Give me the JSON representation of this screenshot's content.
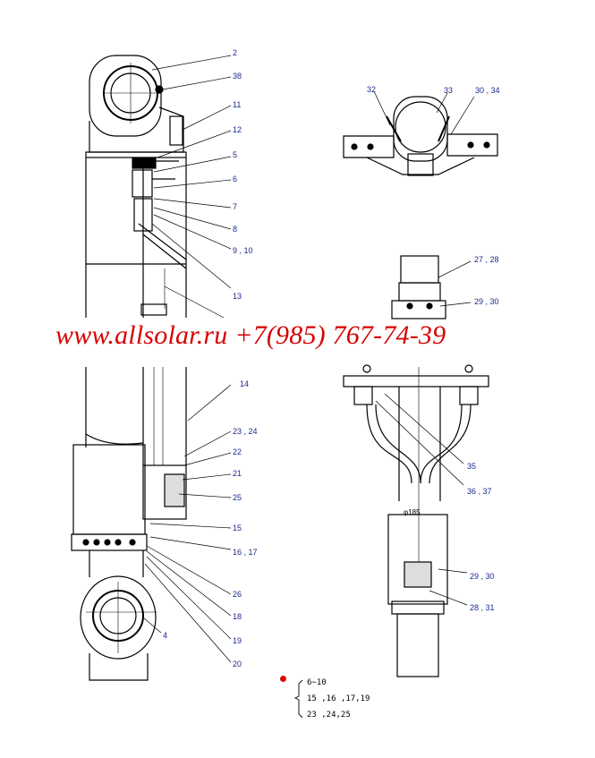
{
  "watermark": "www.allsolar.ru +7(985) 767-74-39",
  "labels": {
    "l2": "2",
    "l38": "38",
    "l11": "11",
    "l12": "12",
    "l5": "5",
    "l6": "6",
    "l7": "7",
    "l8": "8",
    "l9_10": "9 , 10",
    "l13": "13",
    "l14": "14",
    "l23_24": "23 , 24",
    "l22": "22",
    "l21": "21",
    "l25": "25",
    "l15": "15",
    "l16_17": "16 , 17",
    "l26": "26",
    "l18": "18",
    "l4": "4",
    "l19": "19",
    "l20": "20",
    "l32": "32",
    "l33": "33",
    "l30_34": "30 , 34",
    "l27_28": "27 , 28",
    "l29_30a": "29 , 30",
    "l35": "35",
    "l36_37": "36 , 37",
    "l29_30b": "29 , 30",
    "l28_31": "28 , 31"
  },
  "dimension": "φ185",
  "note": {
    "line1": "6∼10",
    "line2": "15 ,16 ,17,19",
    "line3": "23 ,24,25"
  },
  "colors": {
    "callout": "#1a2a8c",
    "watermark": "#d60000",
    "marker": "#e30000"
  }
}
